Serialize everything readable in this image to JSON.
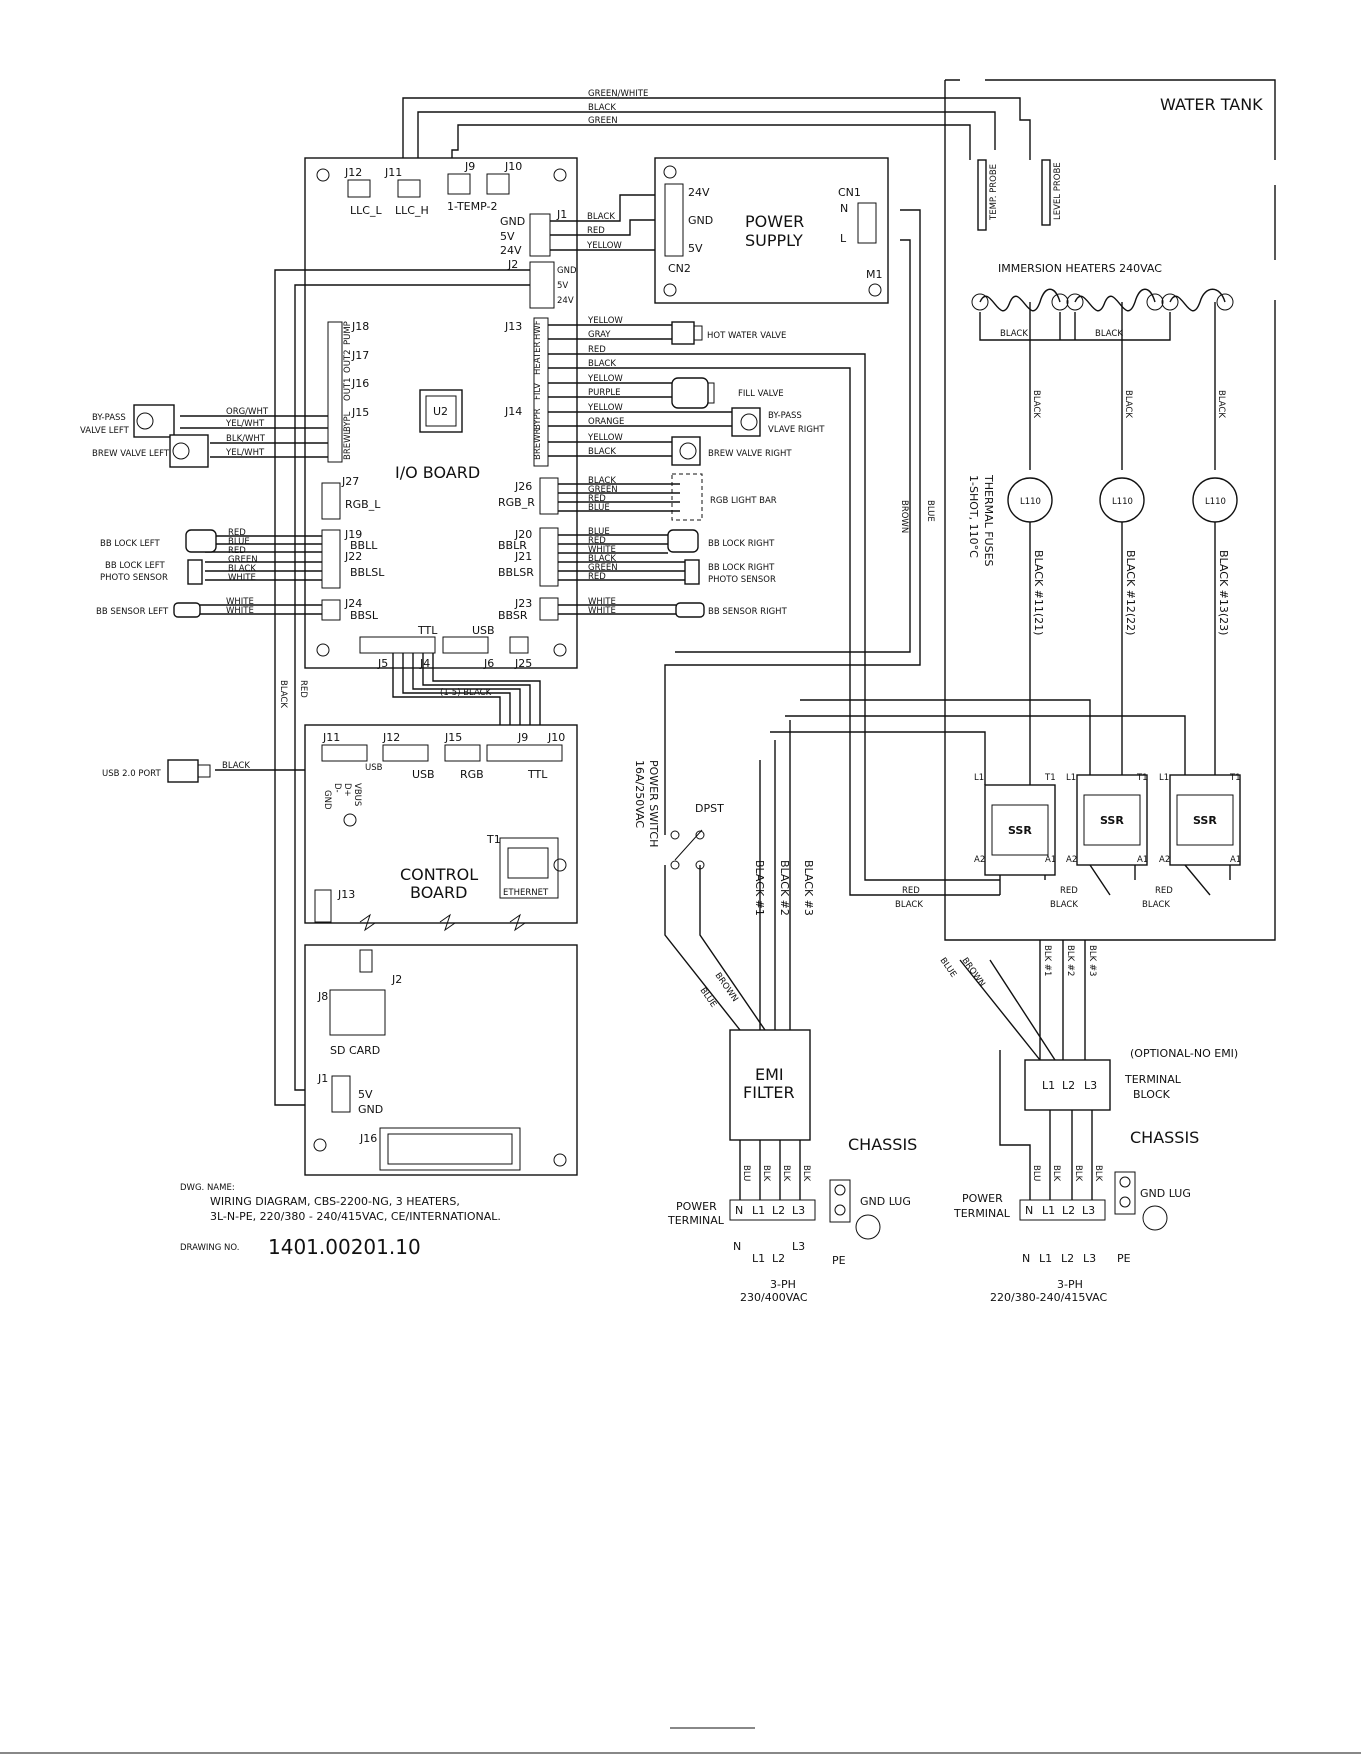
{
  "water_tank": {
    "label": "WATER TANK"
  },
  "top_wires": [
    "GREEN/WHITE",
    "BLACK",
    "GREEN"
  ],
  "probes": [
    "TEMP. PROBE",
    "LEVEL PROBE"
  ],
  "io_board": {
    "title": "I/O BOARD",
    "chip": "U2",
    "top_connectors": [
      "J12",
      "J11",
      "J9",
      "J10"
    ],
    "top_labels": [
      "LLC_L",
      "LLC_H",
      "1-TEMP-2"
    ],
    "j1": {
      "label": "J1",
      "pins": [
        "GND",
        "5V",
        "24V"
      ],
      "wires": [
        "BLACK",
        "RED",
        "YELLOW"
      ]
    },
    "j2": {
      "label": "J2",
      "pins": [
        "GND",
        "5V",
        "24V"
      ]
    },
    "left_headers": [
      "J18",
      "J17",
      "J16",
      "J15"
    ],
    "left_pins": [
      "PUMP",
      "OUT2",
      "OUT1",
      "BYPL",
      "BREWL"
    ],
    "j27": "J27",
    "rgb_l": "RGB_L",
    "j19": "J19",
    "bbll": "BBLL",
    "j22": "J22",
    "bblsl": "BBLSL",
    "j24": "J24",
    "bbsl": "BBSL",
    "j13": "J13",
    "j14": "J14",
    "right_pins": [
      "HWF",
      "HEATER",
      "FILV",
      "BYPR",
      "BREWR"
    ],
    "j13_wires": [
      "YELLOW",
      "GRAY",
      "RED",
      "BLACK"
    ],
    "j14_wires": [
      "YELLOW",
      "PURPLE",
      "YELLOW",
      "ORANGE",
      "YELLOW",
      "BLACK"
    ],
    "j26": "J26",
    "rgb_r": "RGB_R",
    "j26_wires": [
      "BLACK",
      "GREEN",
      "RED",
      "BLUE"
    ],
    "j20": "J20",
    "bblr": "BBLR",
    "j21": "J21",
    "bblsr": "BBLSR",
    "j20_wires": [
      "BLUE",
      "RED",
      "WHITE",
      "BLACK",
      "GREEN",
      "RED"
    ],
    "j23": "J23",
    "bbsr": "BBSR",
    "j23_wires": [
      "WHITE",
      "WHITE"
    ],
    "bottom": [
      "J5",
      "J4",
      "J6",
      "J25",
      "TTL",
      "USB"
    ]
  },
  "left_devices": {
    "bypass_left": "BY-PASS VALVE LEFT",
    "bypass_left_1": "BY-PASS",
    "bypass_left_2": "VALVE LEFT",
    "bypass_wires": [
      "ORG/WHT",
      "YEL/WHT"
    ],
    "brew_left": "BREW VALVE LEFT",
    "brew_wires": [
      "BLK/WHT",
      "YEL/WHT"
    ],
    "bb_lock_left": "BB LOCK LEFT",
    "bb_lock_wires": [
      "RED",
      "BLUE",
      "RED",
      "GREEN",
      "BLACK",
      "WHITE"
    ],
    "bb_lock_left_photo_1": "BB LOCK LEFT",
    "bb_lock_left_photo_2": "PHOTO SENSOR",
    "bb_sensor_left": "BB SENSOR LEFT",
    "sensor_wires": [
      "WHITE",
      "WHITE"
    ],
    "usb_port": "USB 2.0 PORT",
    "usb_wire": "BLACK"
  },
  "right_devices": {
    "hot_water_valve": "HOT WATER VALVE",
    "fill_valve": "FILL VALVE",
    "bypass_right_1": "BY-PASS",
    "bypass_right_2": "VLAVE RIGHT",
    "brew_right": "BREW VALVE RIGHT",
    "rgb_light_bar": "RGB LIGHT BAR",
    "bb_lock_right": "BB LOCK RIGHT",
    "bb_lock_right_photo_1": "BB LOCK RIGHT",
    "bb_lock_right_photo_2": "PHOTO SENSOR",
    "bb_sensor_right": "BB SENSOR RIGHT"
  },
  "power_supply": {
    "title_1": "POWER",
    "title_2": "SUPPLY",
    "cn1": "CN1",
    "cn2": "CN2",
    "m1": "M1",
    "cn2_pins": [
      "24V",
      "GND",
      "5V"
    ],
    "cn1_pins": [
      "N",
      "L"
    ]
  },
  "control_board": {
    "title_1": "CONTROL",
    "title_2": "BOARD",
    "j11": "J11",
    "j12": "J12",
    "j15": "J15",
    "j9": "J9",
    "j10": "J10",
    "usb": "USB",
    "usb2": "USB",
    "rgb": "RGB",
    "ttl": "TTL",
    "t1": "T1",
    "ethernet": "ETHERNET",
    "j13": "J13",
    "gnd": "GND",
    "dminus": "D-",
    "dplus": "D+",
    "vbus": "VBUS",
    "bus_label": "(1-5) BLACK"
  },
  "sd_board": {
    "j2": "J2",
    "j8": "J8",
    "sd_card": "SD CARD",
    "j1": "J1",
    "j1_pins": [
      "5V",
      "GND"
    ],
    "j16": "J16"
  },
  "vertical_wires": {
    "black": "BLACK",
    "red": "RED",
    "brown": "BROWN",
    "blue": "BLUE"
  },
  "heaters": {
    "title": "IMMERSION HEATERS 240VAC",
    "links": [
      "BLACK",
      "BLACK"
    ],
    "risers": [
      "BLACK",
      "BLACK",
      "BLACK"
    ],
    "fuse_label_1": "THERMAL FUSES",
    "fuse_label_2": "1-SHOT, 110°C",
    "fuse_tag": "L110",
    "fuse_wires": [
      "BLACK #11(21)",
      "BLACK #12(22)",
      "BLACK #13(23)"
    ]
  },
  "ssr": {
    "label": "SSR",
    "pins": [
      "L1",
      "T1",
      "A2",
      "A1"
    ],
    "wires": [
      "RED",
      "BLACK",
      "RED",
      "BLACK",
      "RED",
      "BLACK"
    ]
  },
  "power_switch": {
    "dpst": "DPST",
    "label_1": "POWER SWITCH",
    "label_2": "16A/250VAC",
    "wires": [
      "BROWN",
      "BLUE"
    ]
  },
  "emi": {
    "title_1": "EMI",
    "title_2": "FILTER",
    "in_wires": [
      "BLACK #1",
      "BLACK #2",
      "BLACK #3"
    ],
    "out_wires": [
      "BLU",
      "BLK",
      "BLK",
      "BLK"
    ],
    "terminal": [
      "N",
      "L1",
      "L2",
      "L3"
    ],
    "power_terminal_1": "POWER",
    "power_terminal_2": "TERMINAL",
    "chassis": "CHASSIS",
    "gnd_lug": "GND LUG",
    "pe": "PE",
    "phase": "3-PH",
    "voltage": "230/400VAC"
  },
  "no_emi": {
    "optional": "(OPTIONAL-NO EMI)",
    "terminal_block_1": "TERMINAL",
    "terminal_block_2": "BLOCK",
    "in_wires": [
      "BLUE",
      "BROWN",
      "BLK #1",
      "BLK #2",
      "BLK #3"
    ],
    "out_wires": [
      "BLU",
      "BLK",
      "BLK",
      "BLK"
    ],
    "terminal": [
      "N",
      "L1",
      "L2",
      "L3"
    ],
    "power_terminal_1": "POWER",
    "power_terminal_2": "TERMINAL",
    "chassis": "CHASSIS",
    "gnd_lug": "GND LUG",
    "pe": "PE",
    "phase": "3-PH",
    "voltage": "220/380-240/415VAC"
  },
  "title_block": {
    "dwg_name_label": "DWG. NAME:",
    "line1": "WIRING DIAGRAM, CBS-2200-NG, 3 HEATERS,",
    "line2": "3L-N-PE, 220/380 - 240/415VAC, CE/INTERNATIONAL.",
    "drawing_no_label": "DRAWING NO.",
    "drawing_no": "1401.00201.10"
  }
}
